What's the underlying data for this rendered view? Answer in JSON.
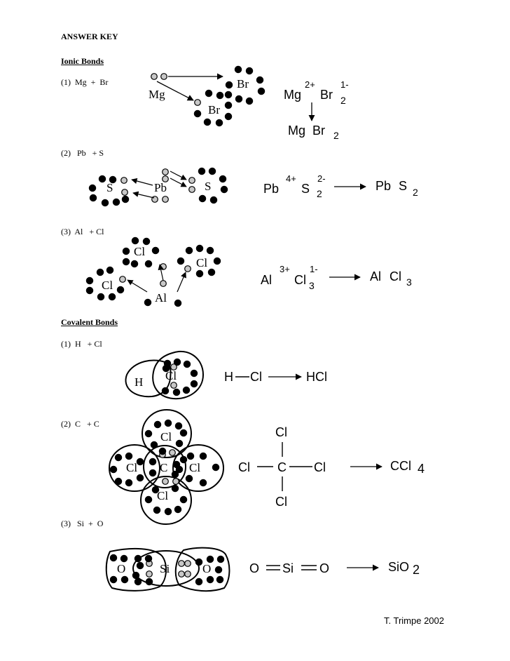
{
  "header": {
    "title": "ANSWER KEY"
  },
  "ionic": {
    "heading": "Ionic Bonds",
    "p1": {
      "label": "(1)  Mg  +  Br",
      "diagram": {
        "mg": "Mg",
        "br1": "Br",
        "br2": "Br"
      },
      "formula": {
        "mg": "Mg",
        "mg_charge": "2+",
        "br": "Br",
        "br_charge": "1-",
        "br_sub": "2",
        "res_mg": "Mg",
        "res_br": "Br",
        "res_sub": "2"
      }
    },
    "p2": {
      "label": "(2)   Pb   + S",
      "diagram": {
        "s1": "S",
        "pb": "Pb",
        "s2": "S"
      },
      "formula": {
        "pb": "Pb",
        "pb_charge": "4+",
        "s": "S",
        "s_charge": "2-",
        "s_sub": "2",
        "res_pb": "Pb",
        "res_s": "S",
        "res_sub": "2"
      }
    },
    "p3": {
      "label": "(3)  Al   + Cl",
      "diagram": {
        "cl1": "Cl",
        "cl2": "Cl",
        "cl3": "Cl",
        "al": "Al"
      },
      "formula": {
        "al": "Al",
        "al_charge": "3+",
        "cl": "Cl",
        "cl_charge": "1-",
        "cl_sub": "3",
        "res_al": "Al",
        "res_cl": "Cl",
        "res_sub": "3"
      }
    }
  },
  "covalent": {
    "heading": "Covalent Bonds",
    "p1": {
      "label": "(1)  H   + Cl",
      "diagram": {
        "h": "H",
        "cl": "Cl"
      },
      "formula": {
        "h": "H",
        "cl": "Cl",
        "product": "HCl"
      }
    },
    "p2": {
      "label": "(2)  C   + C",
      "diagram": {
        "top": "Cl",
        "left": "Cl",
        "center": "C",
        "right": "Cl",
        "bottom": "Cl"
      },
      "formula": {
        "top": "Cl",
        "left": "Cl",
        "center": "C",
        "right": "Cl",
        "bottom": "Cl",
        "product": "CCl",
        "product_sub": "4"
      }
    },
    "p3": {
      "label": "(3)   Si  +  O",
      "diagram": {
        "o1": "O",
        "si": "Si",
        "o2": "O"
      },
      "formula": {
        "o1": "O",
        "si": "Si",
        "o2": "O",
        "product": "SiO",
        "product_sub": "2"
      }
    }
  },
  "footer": {
    "credit": "T. Trimpe 2002"
  }
}
